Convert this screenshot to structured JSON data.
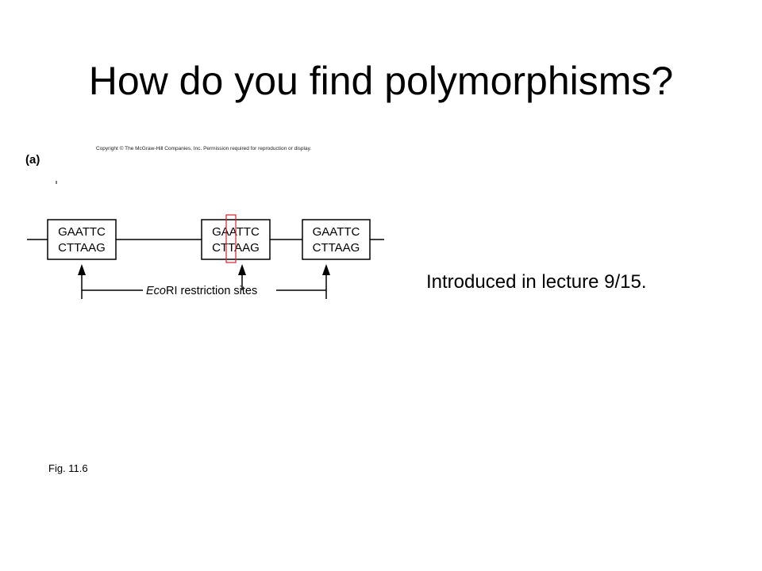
{
  "slide": {
    "title": "How do you find polymorphisms?",
    "note": "Introduced in lecture 9/15.",
    "figure_ref": "Fig. 11.6"
  },
  "figure": {
    "copyright": "Copyright © The McGraw-Hill Companies, Inc. Permission required for reproduction or display.",
    "panel_label": "(a)",
    "site_boxes": [
      {
        "top_strand": "GAATTC",
        "bottom_strand": "CTTAAG"
      },
      {
        "top_strand": "GAATTC",
        "bottom_strand": "CTTAAG"
      },
      {
        "top_strand": "GAATTC",
        "bottom_strand": "CTTAAG"
      }
    ],
    "caption_enzyme": "Eco",
    "caption_rest": "RI restriction sites",
    "highlight_color": "#d9202b"
  }
}
